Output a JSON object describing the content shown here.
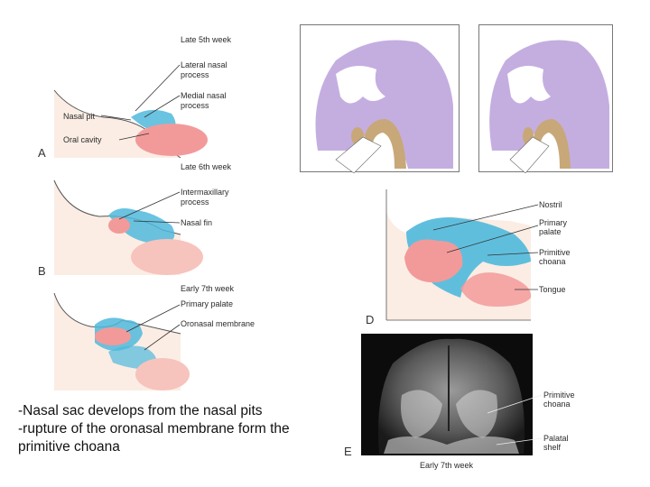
{
  "panel_a": {
    "letter": "A",
    "stage": "Late 5th week",
    "labels": [
      "Lateral nasal\nprocess",
      "Medial nasal\nprocess",
      "Nasal pit",
      "Oral cavity"
    ]
  },
  "panel_b": {
    "letter": "B",
    "stage": "Late 6th week",
    "labels": [
      "Intermaxillary\nprocess",
      "Nasal fin"
    ]
  },
  "panel_c": {
    "stage": "Early 7th week",
    "labels": [
      "Primary palate",
      "Oronasal membrane"
    ]
  },
  "panel_d": {
    "letter": "D",
    "labels": [
      "Nostril",
      "Primary\npalate",
      "Primitive\nchoana",
      "Tongue"
    ]
  },
  "panel_e": {
    "letter": "E",
    "labels": [
      "Primitive\nchoana",
      "Palatal\nshelf"
    ],
    "stage": "Early 7th week"
  },
  "caption": {
    "line1": "-Nasal sac develops from the nasal pits",
    "line2": "-rupture of the oronasal membrane form the",
    "line3": "primitive choana"
  },
  "colors": {
    "purple": "#c4aee0",
    "tan": "#c8a878",
    "blue": "#4fb8dc",
    "pink": "#f29a9a",
    "lightpink": "#f7c3bd",
    "skin": "#f8e8de"
  }
}
